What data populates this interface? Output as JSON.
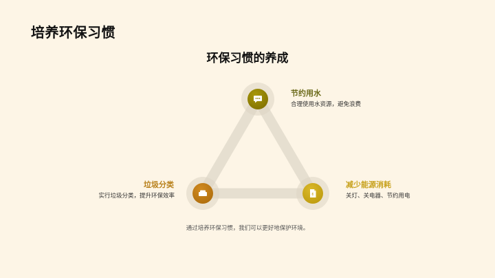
{
  "page": {
    "title": "培养环保习惯",
    "section_title": "环保习惯的养成",
    "footer": "通过培养环保习惯，我们可以更好地保护环境。"
  },
  "nodes": [
    {
      "id": "water",
      "title": "节约用水",
      "description": "合理使用水资源，避免浪费",
      "icon": "chat-bubble-icon",
      "color": "#8a7a00",
      "title_color": "#6b6a1a"
    },
    {
      "id": "garbage",
      "title": "垃圾分类",
      "description": "实行垃圾分类，提升环保效率",
      "icon": "sofa-icon",
      "color": "#b87510",
      "title_color": "#b8801a"
    },
    {
      "id": "energy",
      "title": "减少能源消耗",
      "description": "关灯、关电器、节约用电",
      "icon": "document-icon",
      "color": "#c9a414",
      "title_color": "#c8a21e"
    }
  ],
  "colors": {
    "background": "#fdf5e6",
    "connector": "#e6dfd0"
  }
}
